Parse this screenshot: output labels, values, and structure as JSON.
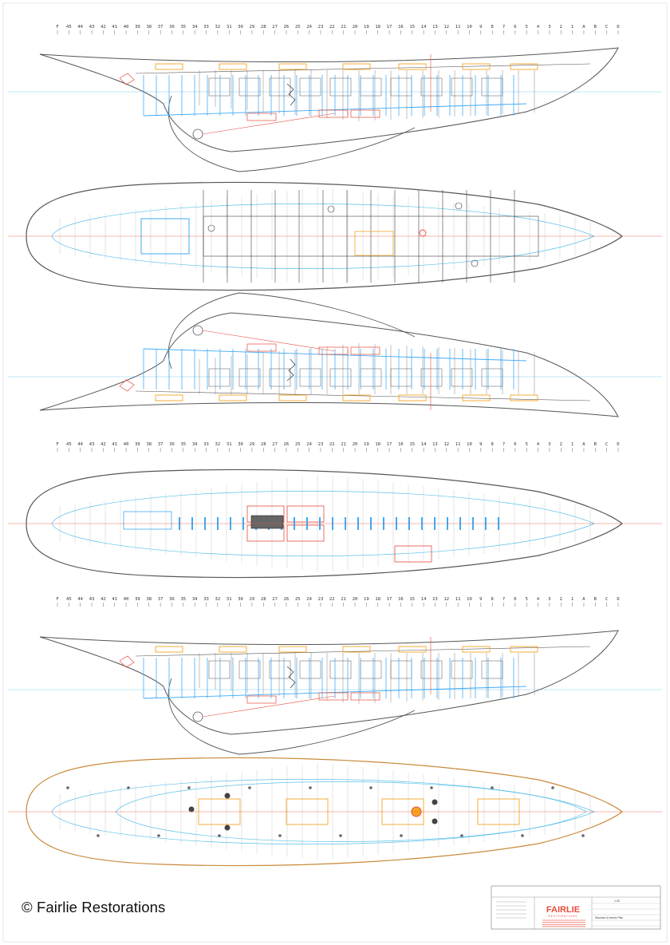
{
  "copyright": "© Fairlie Restorations",
  "title_block": {
    "company": "FAIRLIE",
    "company_sub": "RESTORATIONS",
    "drawing_title": "Structure & Interior Plan",
    "scale": "1:25"
  },
  "station_ruler": [
    "F",
    "45",
    "44",
    "43",
    "42",
    "41",
    "40",
    "39",
    "38",
    "37",
    "36",
    "35",
    "34",
    "33",
    "32",
    "31",
    "30",
    "29",
    "28",
    "27",
    "26",
    "25",
    "24",
    "23",
    "22",
    "21",
    "20",
    "19",
    "18",
    "17",
    "16",
    "15",
    "14",
    "13",
    "12",
    "11",
    "10",
    "9",
    "8",
    "7",
    "6",
    "5",
    "4",
    "3",
    "2",
    "1",
    "A",
    "B",
    "C",
    "D"
  ],
  "colors": {
    "hull_line": "#555555",
    "structure_blue": "#3fa9f5",
    "interior_orange": "#f5a623",
    "tank_red": "#e74c3c",
    "datum_line": "#e9573f",
    "waterline": "#5bc0eb",
    "deck_plank": "#c9c9c9"
  }
}
